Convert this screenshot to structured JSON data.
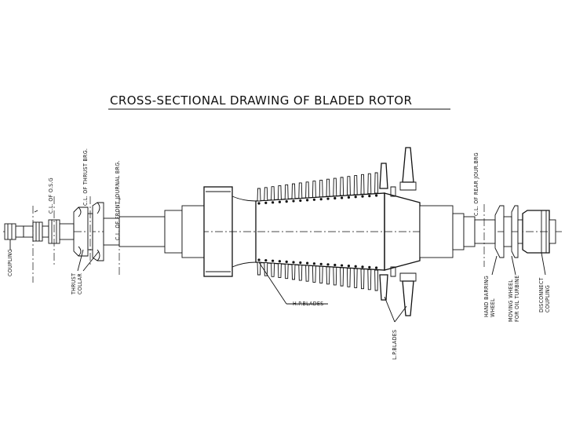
{
  "title": "CROSS-SECTIONAL DRAWING OF BLADED ROTOR",
  "labels": {
    "coupling": "COUPLING",
    "cl_osg": "C.L. OF O.S.G",
    "cl_thrust": "C.L. OF THRUST BRG.",
    "cl_front_journal": "C.L. OF FRONT JOURNAL BRG.",
    "thrust_collar_1": "THRUST",
    "thrust_collar_2": "COLLAR",
    "hp_blades": "H.P.BLADES",
    "lp_blades": "L.P.BLADES",
    "cl_rear_journal": "C.L. OF REAR JOUR.BRG",
    "hand_barring_1": "HAND BARRING",
    "hand_barring_2": "WHEEL",
    "moving_wheel_1": "MOVING WHEEL",
    "moving_wheel_2": "FOR OIL TURBINE",
    "disconnect_1": "DISCONNECT",
    "disconnect_2": "COUPLING"
  }
}
